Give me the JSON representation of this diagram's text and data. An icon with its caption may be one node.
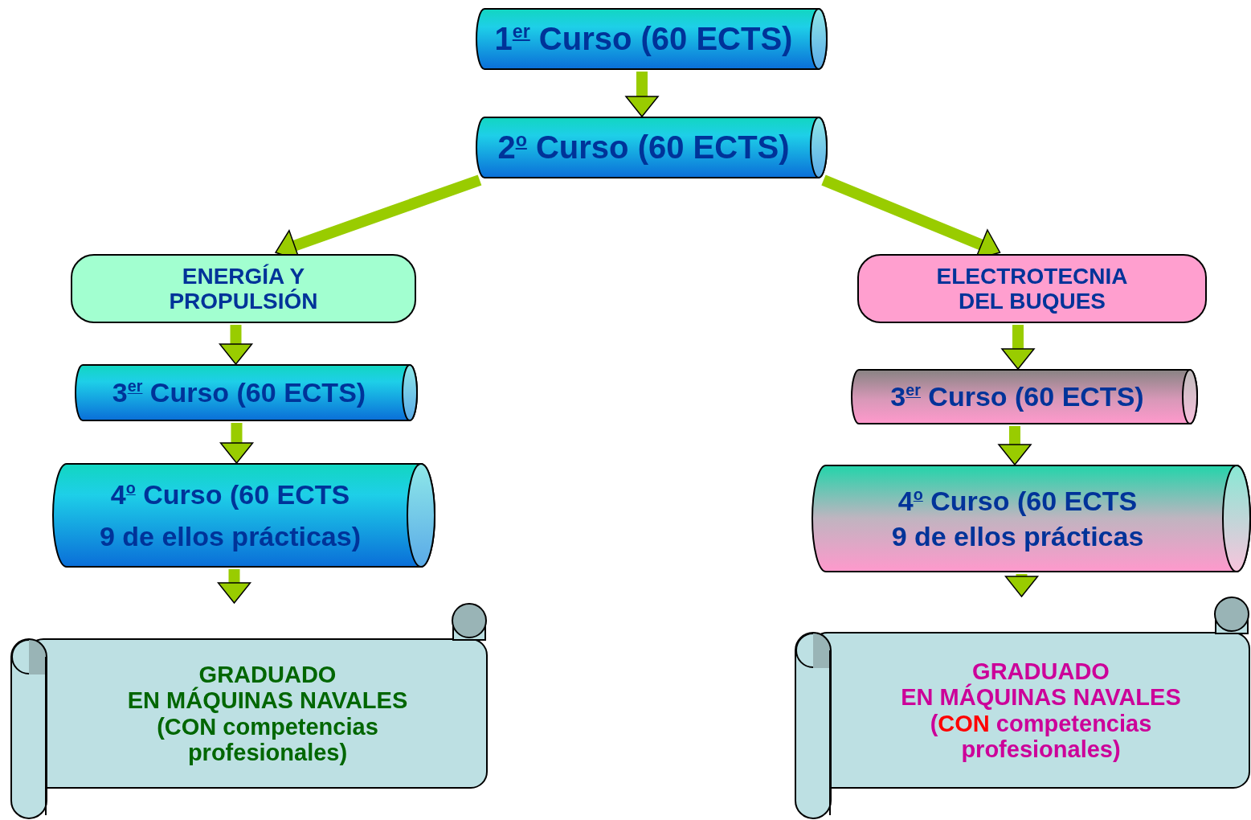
{
  "diagram": {
    "nodes": [
      {
        "text": [
          "1$^{er}$ Curso (60 ECTS)"
        ]
      },
      {
        "text": [
          "2$^{o}$ Curso (60 ECTS)"
        ]
      },
      {
        "text": [
          "ENERGÍA Y PROPULSIÓN"
        ]
      },
      {
        "text": [
          "3$^{er}$ Curso (60 ECTS)"
        ]
      },
      {
        "text": [
          "4$^{o}$ Curso (60 ECTS",
          "9 de ellos prácticas)"
        ]
      },
      {
        "text": [
          "GRADUADO",
          "EN MÁQUINAS NAVALES",
          "(CON competencias profesionales)"
        ]
      },
      {
        "text": [
          "ELECTROTECNIA DEL BUQUES"
        ]
      },
      {
        "text": [
          "3$^{er}$ Curso (60 ECTS)"
        ]
      },
      {
        "text": [
          "4$^{o}$ Curso (60 ECTS",
          "9 de ellos prácticas"
        ]
      },
      {
        "text": [
          "GRADUADO",
          "EN MÁQUINAS NAVALES",
          "(**CON** competencias profesionales)"
        ]
      }
    ],
    "edges": [
      {
        "from": 0,
        "to": 1,
        "arrow": "to"
      },
      {
        "from": 1,
        "to": 2,
        "arrow": "to"
      },
      {
        "from": 1,
        "to": 6,
        "arrow": "to"
      },
      {
        "from": 2,
        "to": 3,
        "arrow": "to"
      },
      {
        "from": 3,
        "to": 4,
        "arrow": "to"
      },
      {
        "from": 4,
        "to": 5,
        "arrow": "to"
      },
      {
        "from": 6,
        "to": 7,
        "arrow": "to"
      },
      {
        "from": 7,
        "to": 8,
        "arrow": "to"
      },
      {
        "from": 8,
        "to": 9,
        "arrow": "to"
      }
    ]
  }
}
